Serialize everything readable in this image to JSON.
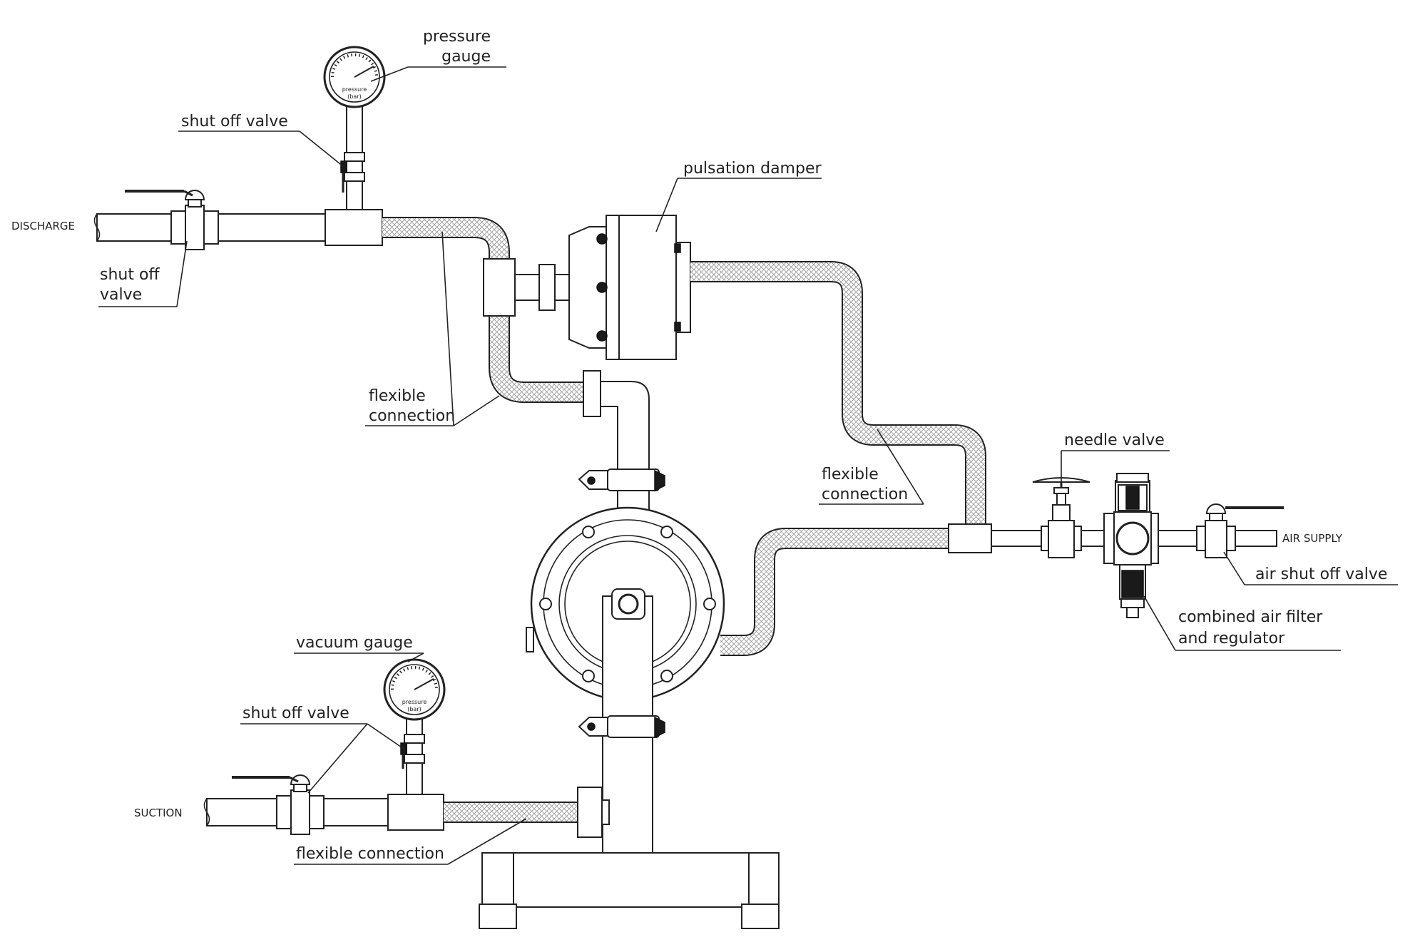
{
  "labels": {
    "pressure_gauge_1": "pressure",
    "pressure_gauge_2": "gauge",
    "shut_off_valve_top": "shut off valve",
    "pulsation_damper": "pulsation damper",
    "discharge": "DISCHARGE",
    "shut_off_valve_left_1": "shut off",
    "shut_off_valve_left_2": "valve",
    "flexible_connection_mid_1": "flexible",
    "flexible_connection_mid_2": "connection",
    "flexible_connection_right_1": "flexible",
    "flexible_connection_right_2": "connection",
    "needle_valve": "needle valve",
    "air_supply": "AIR SUPPLY",
    "air_shut_off_valve": "air shut off valve",
    "combined_air_filter_1": "combined air filter",
    "combined_air_filter_2": "and regulator",
    "vacuum_gauge": "vacuum gauge",
    "shut_off_valve_bottom": "shut off valve",
    "suction": "SUCTION",
    "flexible_connection_bottom": "flexible connection"
  },
  "gauges": {
    "top_face_1": "pressure",
    "top_face_2": "(bar)",
    "bottom_face_1": "pressure",
    "bottom_face_2": "(bar)"
  }
}
